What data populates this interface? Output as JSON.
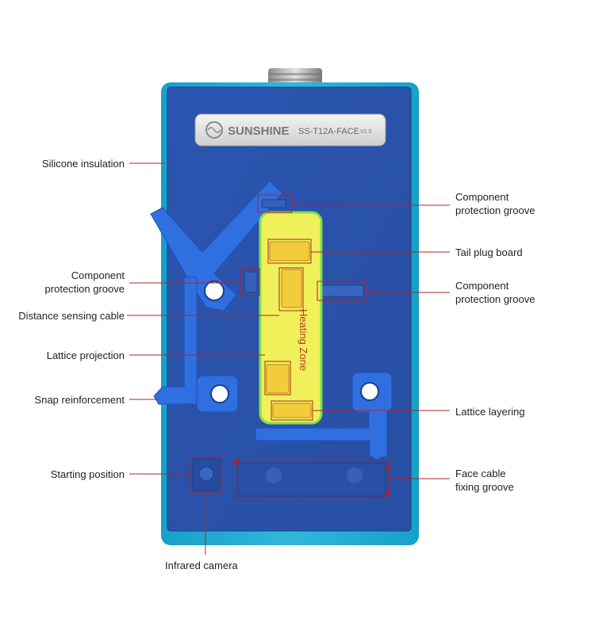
{
  "product": {
    "brand": "SUNSHINE",
    "model": "SS-T12A-FACE",
    "version": "V2.0",
    "heating_zone": "Heating Zone"
  },
  "callouts": {
    "left": [
      {
        "id": "silicone-insulation",
        "text": "Silicone insulation"
      },
      {
        "id": "component-protection-groove-left",
        "text": "Component\nprotection groove"
      },
      {
        "id": "distance-sensing-cable",
        "text": "Distance sensing cable"
      },
      {
        "id": "lattice-projection",
        "text": "Lattice projection"
      },
      {
        "id": "snap-reinforcement",
        "text": "Snap reinforcement"
      },
      {
        "id": "starting-position",
        "text": "Starting position"
      }
    ],
    "right": [
      {
        "id": "component-protection-groove-top",
        "text": "Component\nprotection groove"
      },
      {
        "id": "tail-plug-board",
        "text": "Tail plug board"
      },
      {
        "id": "component-protection-groove-right",
        "text": "Component\nprotection groove"
      },
      {
        "id": "lattice-layering",
        "text": "Lattice layering"
      },
      {
        "id": "face-cable-fixing-groove",
        "text": "Face cable\nfixing groove"
      }
    ],
    "bottom": [
      {
        "id": "infrared-camera",
        "text": "Infrared camera"
      }
    ]
  },
  "colors": {
    "frame": "#1fa6cf",
    "plate": "#2d56ad",
    "clamp": "#2f6fe0",
    "heat_zone": "#f0f05a",
    "heat_zone_border": "#7fe04a",
    "callout_line": "#b3202a",
    "label_text": "#222222"
  }
}
